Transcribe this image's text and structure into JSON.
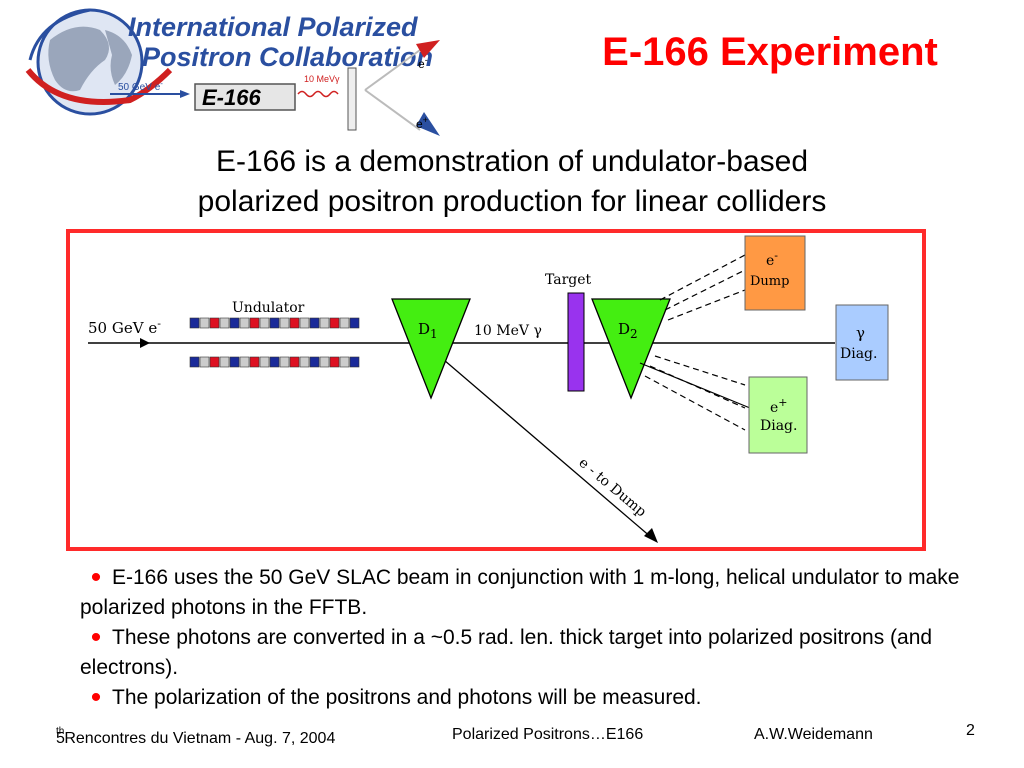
{
  "logo": {
    "line1": "International Polarized",
    "line2": "Positron Collaboration",
    "beam_label": "50 GeV e",
    "beam_sup": "-",
    "photon_label": "10 MeV",
    "photon_symbol": "γ",
    "experiment": "E-166",
    "electron_label": "e",
    "electron_sup": "-",
    "positron_label": "e",
    "positron_sup": "+"
  },
  "title": "E-166 Experiment",
  "subtitle": {
    "line1": "E-166 is a demonstration of undulator-based",
    "line2": "polarized positron production for linear colliders"
  },
  "diagram": {
    "beam_label": "50 GeV e",
    "beam_sup": "-",
    "undulator_label": "Undulator",
    "d1": "D",
    "d1_sub": "1",
    "photon_label": "10 MeV γ",
    "target_label": "Target",
    "d2": "D",
    "d2_sub": "2",
    "e_dump_label": "e",
    "e_dump_sup": "-",
    "e_dump_label2": "Dump",
    "gamma_diag_symbol": "γ",
    "gamma_diag_label": "Diag.",
    "positron_diag_label": "e",
    "positron_diag_sup": "+",
    "positron_diag_label2": "Diag.",
    "dump_line_label": "e - to Dump",
    "colors": {
      "frame": "#ff2a2a",
      "dipole": "#44ee11",
      "target": "#9933ee",
      "e_dump_box": "#ff9944",
      "gamma_diag_box": "#aaccff",
      "positron_diag_box": "#bbff99",
      "undulator_red": "#dd1122",
      "undulator_blue": "#1a2a99",
      "undulator_grey": "#cccccc"
    }
  },
  "bullets": [
    "E-166 uses the 50 GeV SLAC beam in conjunction with 1 m-long, helical undulator to make polarized photons in the FFTB.",
    "These photons are converted in a ~0.5 rad. len. thick target into polarized positrons (and electrons).",
    "The polarization of the positrons and photons will be measured."
  ],
  "footer": {
    "edition": "5",
    "edition_sup": "th",
    "event": " Rencontres du Vietnam -  Aug. 7, 2004",
    "topic": "Polarized Positrons…E166",
    "author": "A.W.Weidemann"
  },
  "page_number": "2"
}
